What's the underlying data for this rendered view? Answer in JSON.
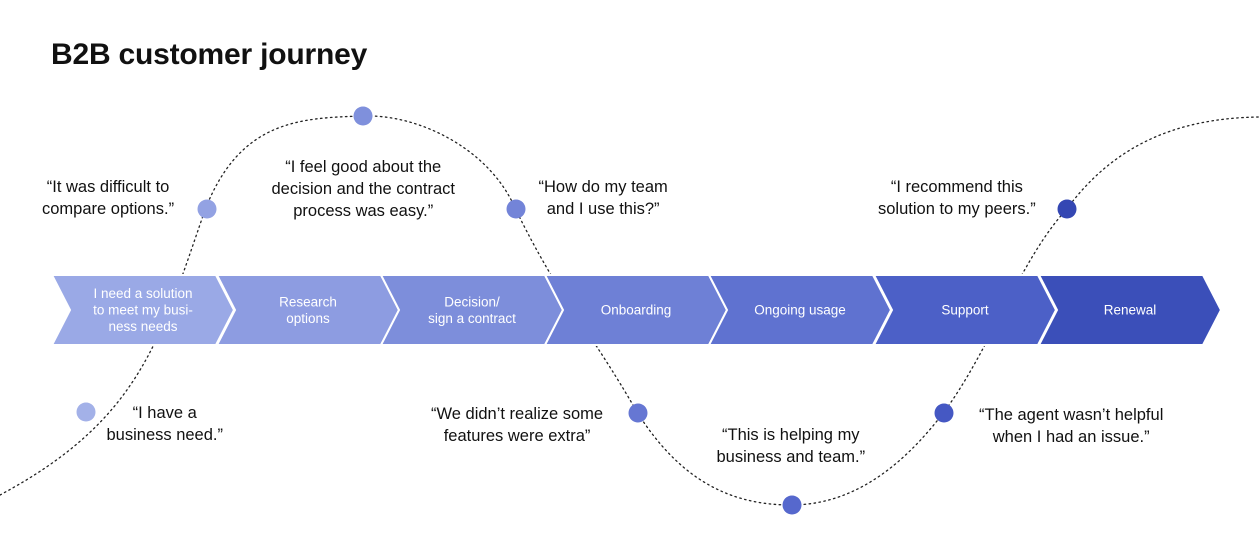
{
  "title": "B2B customer journey",
  "stages": [
    {
      "lines": [
        "I need a solution",
        "to meet my busi-",
        "ness needs"
      ],
      "color": "#9aa9e6"
    },
    {
      "lines": [
        "Research",
        "options"
      ],
      "color": "#8d9ce1"
    },
    {
      "lines": [
        "Decision/",
        "sign a contract"
      ],
      "color": "#7d8edb"
    },
    {
      "lines": [
        "Onboarding"
      ],
      "color": "#6e80d6"
    },
    {
      "lines": [
        "Ongoing usage"
      ],
      "color": "#5f72d0"
    },
    {
      "lines": [
        "Support"
      ],
      "color": "#4c60c7"
    },
    {
      "lines": [
        "Renewal"
      ],
      "color": "#3b4fb9"
    }
  ],
  "quotes": [
    {
      "lines": [
        "“I have a",
        "business need.”"
      ],
      "dot_color": "#a3b1e8"
    },
    {
      "lines": [
        "“It was difficult to",
        "compare options.”"
      ],
      "dot_color": "#93a2e3"
    },
    {
      "lines": [
        "“I feel good about the",
        "decision and the contract",
        "process was easy.”"
      ],
      "dot_color": "#7f90dc"
    },
    {
      "lines": [
        "“How do my team",
        "and I use this?”"
      ],
      "dot_color": "#7384d8"
    },
    {
      "lines": [
        "“We didn’t realize some",
        "features were extra”"
      ],
      "dot_color": "#6677d3"
    },
    {
      "lines": [
        "“This is helping my",
        "business and team.”"
      ],
      "dot_color": "#5668cd"
    },
    {
      "lines": [
        "“The agent wasn’t helpful",
        "when I had an issue.”"
      ],
      "dot_color": "#4558c3"
    },
    {
      "lines": [
        "“I recommend this",
        "solution to my peers.”"
      ],
      "dot_color": "#3447b3"
    }
  ]
}
